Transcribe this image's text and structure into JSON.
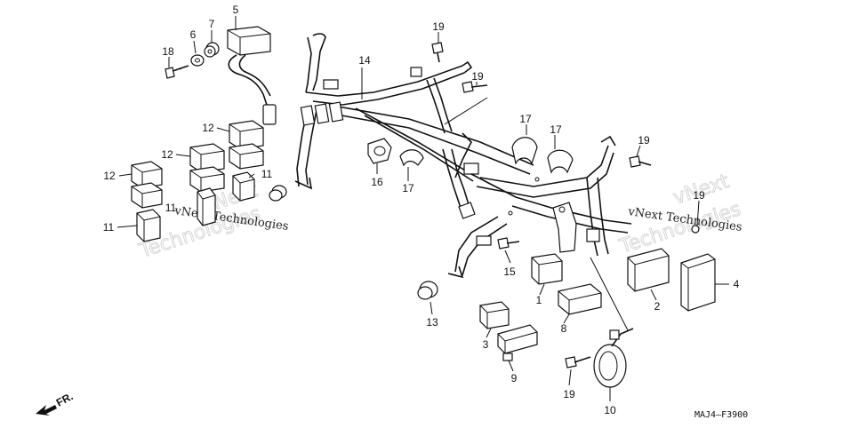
{
  "part_labels": [
    {
      "id": "p1",
      "text": "1"
    },
    {
      "id": "p2",
      "text": "2"
    },
    {
      "id": "p3",
      "text": "3"
    },
    {
      "id": "p4",
      "text": "4"
    },
    {
      "id": "p5",
      "text": "5"
    },
    {
      "id": "p6",
      "text": "6"
    },
    {
      "id": "p7",
      "text": "7"
    },
    {
      "id": "p8",
      "text": "8"
    },
    {
      "id": "p9",
      "text": "9"
    },
    {
      "id": "p10",
      "text": "10"
    },
    {
      "id": "p11a",
      "text": "11"
    },
    {
      "id": "p11b",
      "text": "11"
    },
    {
      "id": "p11c",
      "text": "11"
    },
    {
      "id": "p12a",
      "text": "12"
    },
    {
      "id": "p12b",
      "text": "12"
    },
    {
      "id": "p12c",
      "text": "12"
    },
    {
      "id": "p13",
      "text": "13"
    },
    {
      "id": "p14",
      "text": "14"
    },
    {
      "id": "p15",
      "text": "15"
    },
    {
      "id": "p16",
      "text": "16"
    },
    {
      "id": "p17a",
      "text": "17"
    },
    {
      "id": "p17b",
      "text": "17"
    },
    {
      "id": "p17c",
      "text": "17"
    },
    {
      "id": "p18",
      "text": "18"
    },
    {
      "id": "p19a",
      "text": "19"
    },
    {
      "id": "p19b",
      "text": "19"
    },
    {
      "id": "p19c",
      "text": "19"
    },
    {
      "id": "p19d",
      "text": "19"
    },
    {
      "id": "p19e",
      "text": "19"
    }
  ],
  "watermarks": {
    "left_line1": "vNext",
    "left_line2": "Technologies",
    "left_small": "vNext Technologies",
    "right_line1": "vNext",
    "right_line2": "Technologies",
    "right_small": "vNext Technologies"
  },
  "front_marker": "FR.",
  "diagram_code": "MAJ4–F3900",
  "colors": {
    "ink": "#111111",
    "watermark": "#d6d6d6",
    "background": "#ffffff"
  }
}
